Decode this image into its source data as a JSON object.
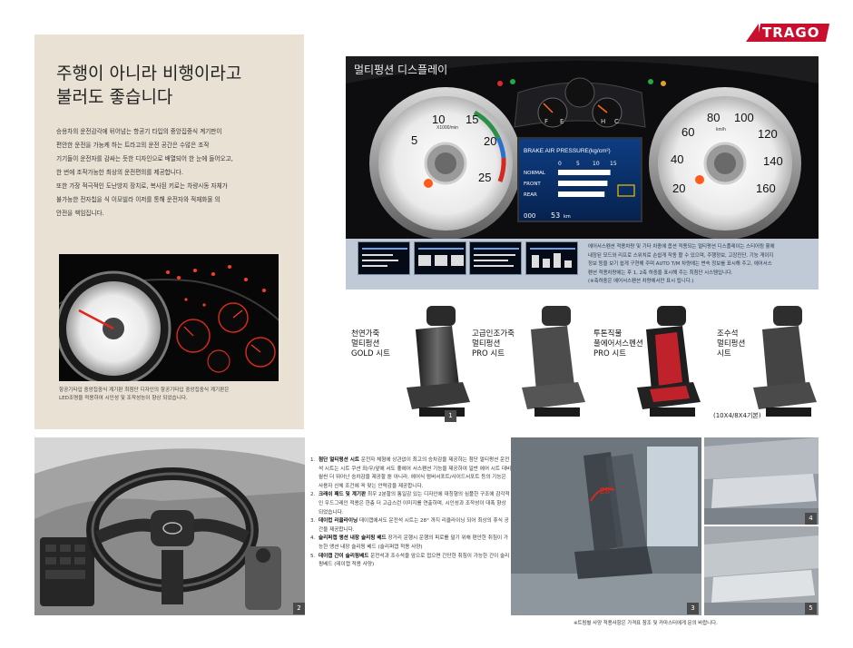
{
  "brand": {
    "name": "TRAGO"
  },
  "headline": [
    "주행이 아니라 비행이라고",
    "불러도 좋습니다"
  ],
  "intro": [
    "승용차의 운전감각에 뒤어넘는 항공기 타입의 중앙집중식 계기판이",
    "편안한 운전을 가능케 하는 트라고의 운전 공간은 수많은 조작",
    "기기들이 운전자를 감싸는 듯한 디자인으로 배열되어 한 눈에 들어오고,",
    "한 번에 조작가능한 최상의 운전편의를 제공합니다.",
    "또한 가장 적극적인 도난방지 장치로, 복사된 키로는 차량시동 자체가",
    "불가능한 전자칩을 식 이모빌라 이저를 통해 운전자와 적재화물 의",
    "안전을 책임집니다."
  ],
  "photo_caption": [
    "항공기타입 중앙집중식 계기판 최첨단 디자인의 항공기타입 중앙집중식 계기판은",
    "LED조명을 적용하여 시인성 및 조작성능이 향상 되었습니다."
  ],
  "dash": {
    "title": "멀티펑션 디스플레이",
    "tacho_ticks": [
      "5",
      "10",
      "15",
      "20",
      "25"
    ],
    "tacho_unit": "X1000/min",
    "speedo_ticks": [
      "20",
      "40",
      "60",
      "80",
      "100",
      "120",
      "140",
      "160"
    ],
    "speedo_unit": "km/h",
    "fuel_labels": [
      "F",
      "E"
    ],
    "temp_labels": [
      "H",
      "C"
    ],
    "lcd_title": "BRAKE AIR PRESSURE(kg/cm²)",
    "lcd_scale": [
      "0",
      "5",
      "10",
      "15"
    ],
    "lcd_rows": [
      {
        "label": "NORMAL",
        "level": 0.9
      },
      {
        "label": "FRONT",
        "level": 0.85
      },
      {
        "label": "REAR",
        "level": 0.8
      }
    ],
    "lcd_bottom": [
      "000",
      "53",
      "km"
    ]
  },
  "strip_text": [
    "에어서스펜션 적용차량 및 기타 차종에 옵션 적용되는 멀티펑션 디스플레이는 스티어링 휠에",
    "내장된 모드와 리프로 스위치로 손쉽게 작동 할 수 있으며, 주행정보, 고장진단, 기능 게이지",
    "정보 등을 보기 쉽게 구현해 주며 AUTO T/M 차량에는 변속 정보를 표시해 주고, 에어서스",
    "펜션 적용차량에는 후 1, 2축 하중을 표시해 주는 최첨단 시스템입니다.",
    "(※축하중은 에어서스펜션 차량에서만 표시 됩니다.)"
  ],
  "seats": [
    {
      "lines": [
        "천연가죽",
        "멀티펑션",
        "GOLD 시트"
      ]
    },
    {
      "lines": [
        "고급인조가죽",
        "멀티펑션",
        "PRO 시트"
      ]
    },
    {
      "lines": [
        "투톤직물",
        "풀에어서스펜션",
        "PRO 시트"
      ]
    },
    {
      "lines": [
        "조수석",
        "멀티펑션",
        "시트"
      ]
    }
  ],
  "seat_note": "(10X4/8X4기본)",
  "photo_numbers": [
    "1",
    "2",
    "3",
    "4",
    "5"
  ],
  "notes": [
    {
      "num": "1.",
      "title": "첨단 멀티펑션 시트",
      "text": "운전자 체형에 상관없이 최고의 승차감을 제공하는 첨단 멀티펑션 운전석 시트는 시트 쿠션 좌/우/앞에 서도 좋에어 서스펜션 기능을 제공하여 일반 에어 시트 대비 월씬 더 뛰어난 승차감을 제공할 뿐 아니라, 에어식 럼버서포트/사이드서포트 등의 기능은 사용자 신체 조건에 꼭 맞는 안락감을 제공합니다."
    },
    {
      "num": "2.",
      "title": "크래쉬 패드 및 계기판",
      "text": "최우 2분할의 통일감 있는 디자인에 대칭형의 심플한 구조에 감각적인 우드그레인 적용은 한층 더 고급스런 이미지를 연출하며, 시인성과 조작성이 대폭 향상 되었습니다."
    },
    {
      "num": "3.",
      "title": "데이컵 리클라이닝",
      "text": "데이캡에서도 운전석 시트는 28° 까지 리클라이닝 되어 최상의 휴식 공간을 제공합니다."
    },
    {
      "num": "4.",
      "title": "슬리퍼캡 앵션 내장 슬리핑 베드",
      "text": "장거리 운행시 운행의 피로를 덜기 위해 편안한 취침이 가능한 앵션 내장 슬리핑 베드 (슬리퍼캡 적용 사양)"
    },
    {
      "num": "5.",
      "title": "데이캡 간이 슬리핑베드",
      "text": "운전석과 조수석을 앞으로 접으면 간단한 취침이 가능한 간이 슬리핑베드 (데이캡 적용 사양)"
    }
  ],
  "recline_angle": "28°",
  "footnote": "※트림별 사양 적용사항은 가격표 참조 및 카마스터에게 문의 바랍니다.",
  "colors": {
    "brand_red": "#c8102e",
    "left_panel": "#e8e1d4",
    "strip": "#bfcad6",
    "seat_red": "#c0222c"
  }
}
